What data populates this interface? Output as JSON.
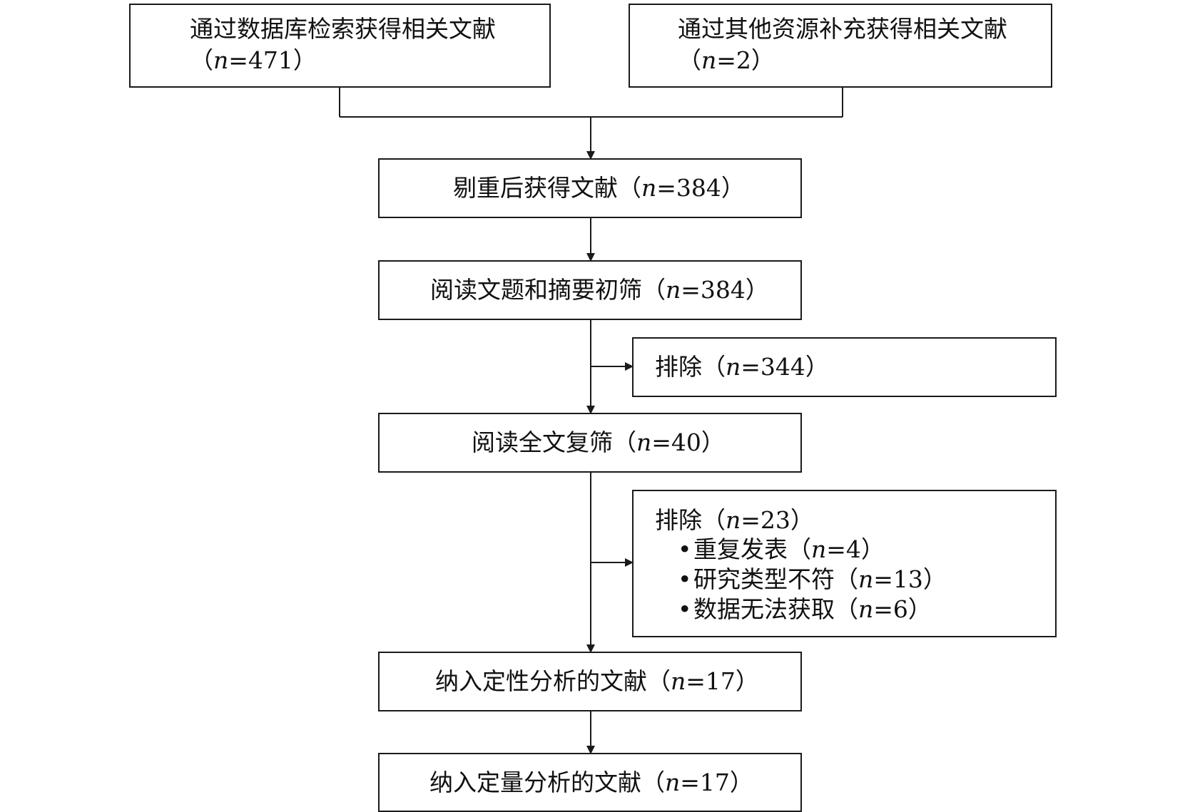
{
  "flow": {
    "source_db": {
      "label": "通过数据库检索获得相关文献",
      "count_open": "（",
      "n": "n",
      "count": "=471",
      "count_close": "）"
    },
    "source_other": {
      "label": "通过其他资源补充获得相关文献",
      "count_open": "（",
      "n": "n",
      "count": "=2",
      "count_close": "）"
    },
    "dedup": {
      "label": "剔重后获得文献",
      "count_open": "（",
      "n": "n",
      "count": "=384",
      "count_close": "）"
    },
    "screen_title": {
      "label": "阅读文题和摘要初筛",
      "count_open": "（",
      "n": "n",
      "count": "=384",
      "count_close": "）"
    },
    "exclude_1": {
      "label": "排除",
      "count_open": "（",
      "n": "n",
      "count": "=344",
      "count_close": "）"
    },
    "screen_full": {
      "label": "阅读全文复筛",
      "count_open": "（",
      "n": "n",
      "count": "=40",
      "count_close": "）"
    },
    "exclude_2": {
      "label": "排除",
      "count_open": "（",
      "n": "n",
      "count": "=23",
      "count_close": "）",
      "bullet": "•",
      "reasons": [
        {
          "label": "重复发表",
          "count_open": "（",
          "n": "n",
          "count": "=4",
          "count_close": "）"
        },
        {
          "label": "研究类型不符",
          "count_open": "（",
          "n": "n",
          "count": "=13",
          "count_close": "）"
        },
        {
          "label": "数据无法获取",
          "count_open": "（",
          "n": "n",
          "count": "=6",
          "count_close": "）"
        }
      ]
    },
    "qualitative": {
      "label": "纳入定性分析的文献",
      "count_open": "（",
      "n": "n",
      "count": "=17",
      "count_close": "）"
    },
    "quantitative": {
      "label": "纳入定量分析的文献",
      "count_open": "（",
      "n": "n",
      "count": "=17",
      "count_close": "）"
    }
  }
}
